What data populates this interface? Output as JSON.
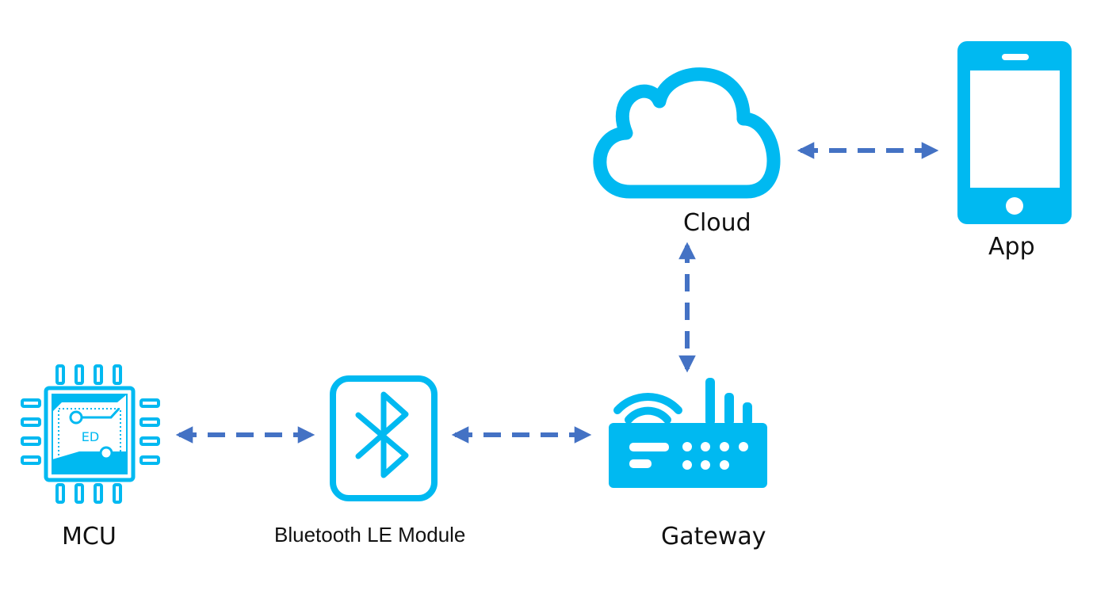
{
  "colors": {
    "icon": "#00B9F1",
    "arrow": "#4472C4",
    "text": "#111111"
  },
  "nodes": {
    "mcu": {
      "label": "MCU",
      "chip_text": "ED",
      "icon": "microchip-icon"
    },
    "ble": {
      "label": "Bluetooth LE Module",
      "icon": "bluetooth-icon"
    },
    "gateway": {
      "label": "Gateway",
      "icon": "router-icon"
    },
    "cloud": {
      "label": "Cloud",
      "icon": "cloud-icon"
    },
    "app": {
      "label": "App",
      "icon": "smartphone-icon"
    }
  },
  "connections": [
    {
      "from": "mcu",
      "to": "ble",
      "style": "dashed",
      "direction": "bidirectional"
    },
    {
      "from": "ble",
      "to": "gateway",
      "style": "dashed",
      "direction": "bidirectional"
    },
    {
      "from": "gateway",
      "to": "cloud",
      "style": "dashed",
      "direction": "bidirectional"
    },
    {
      "from": "cloud",
      "to": "app",
      "style": "dashed",
      "direction": "bidirectional"
    }
  ]
}
